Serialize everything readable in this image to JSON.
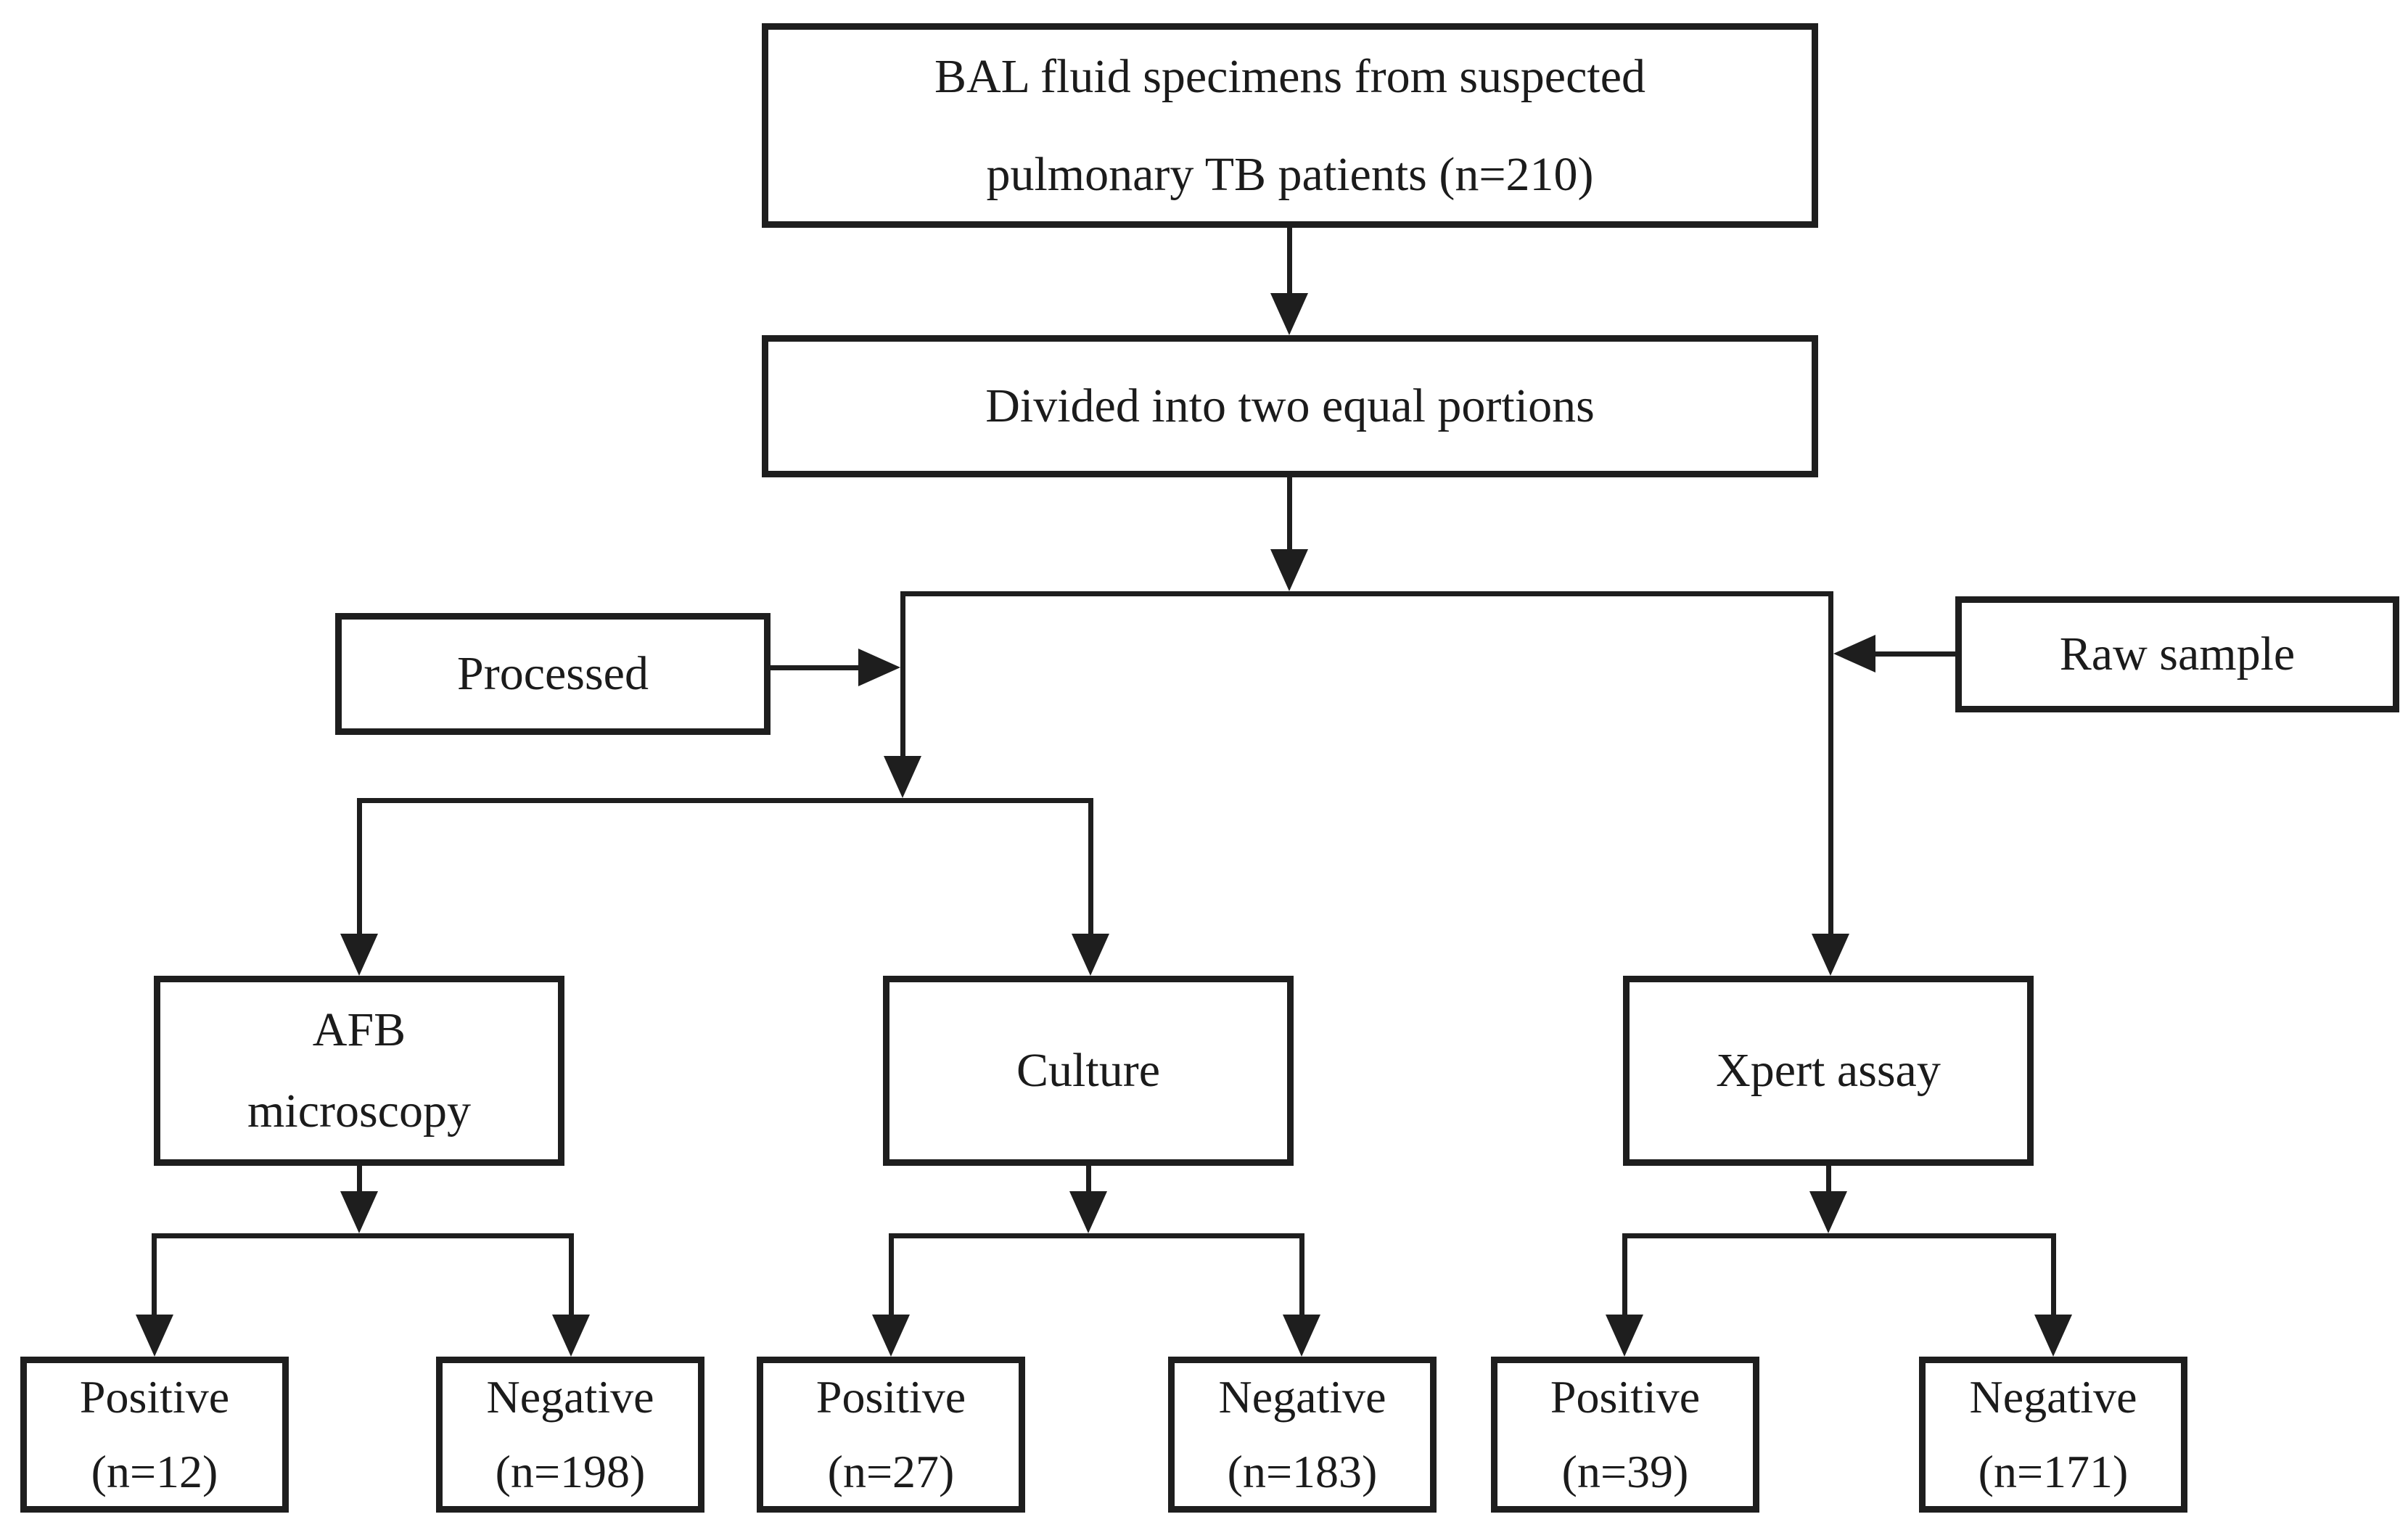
{
  "nodes": {
    "source": {
      "line1": "BAL fluid specimens from suspected",
      "line2": "pulmonary TB patients (n=210)"
    },
    "divided": {
      "label": "Divided into two equal portions"
    },
    "processed": {
      "label": "Processed"
    },
    "raw": {
      "label": "Raw sample"
    },
    "afb": {
      "line1": "AFB",
      "line2": "microscopy"
    },
    "culture": {
      "label": "Culture"
    },
    "xpert": {
      "label": "Xpert assay"
    },
    "afb_positive": {
      "line1": "Positive",
      "line2": "(n=12)"
    },
    "afb_negative": {
      "line1": "Negative",
      "line2": "(n=198)"
    },
    "culture_positive": {
      "line1": "Positive",
      "line2": "(n=27)"
    },
    "culture_negative": {
      "line1": "Negative",
      "line2": "(n=183)"
    },
    "xpert_positive": {
      "line1": "Positive",
      "line2": "(n=39)"
    },
    "xpert_negative": {
      "line1": "Negative",
      "line2": "(n=171)"
    }
  },
  "colors": {
    "line": "#1e1e1e",
    "background": "#ffffff",
    "text": "#1b1b1b"
  }
}
